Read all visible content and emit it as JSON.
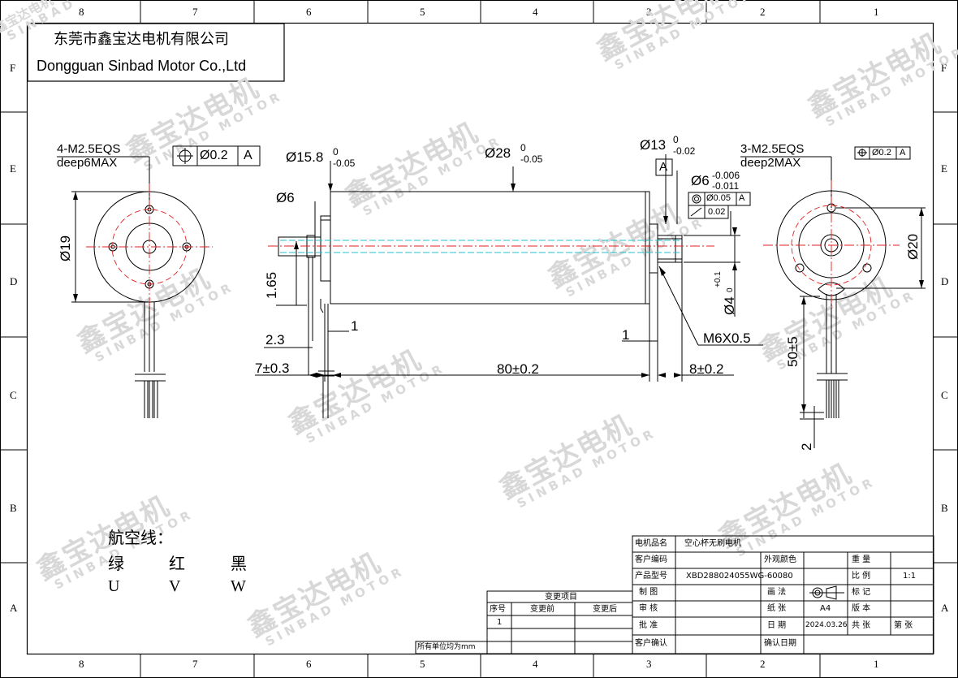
{
  "company": {
    "name_cn": "东莞市鑫宝达电机有限公司",
    "name_en": "Dongguan Sinbad Motor Co.,Ltd"
  },
  "border_columns": [
    "8",
    "7",
    "6",
    "5",
    "4",
    "3",
    "2",
    "1"
  ],
  "border_rows": [
    "F",
    "E",
    "D",
    "C",
    "B",
    "A"
  ],
  "watermark": {
    "cn": "鑫宝达电机",
    "en": "SINBAD MOTOR"
  },
  "left_view": {
    "hole_callout": "4-M2.5EQS",
    "hole_depth": "deep6MAX",
    "tolerance_value": "Ø0.2",
    "datum": "A",
    "diameter": "Ø19"
  },
  "side_view": {
    "dim_flange": "Ø15.8",
    "dim_flange_tol_upper": "0",
    "dim_flange_tol_lower": "-0.05",
    "dim_body": "Ø28",
    "dim_body_tol_upper": "0",
    "dim_body_tol_lower": "-0.05",
    "dim_boss": "Ø13",
    "dim_boss_tol_upper": "0",
    "dim_boss_tol_lower": "-0.02",
    "datum": "A",
    "dim_shaft": "Ø6",
    "dim_shaft_tol_upper": "-0.006",
    "dim_shaft_tol_lower": "-0.011",
    "concentricity_value": "Ø0.05",
    "concentricity_datum": "A",
    "runout_value": "0.02",
    "dim_rear_shaft": "Ø6",
    "dim_rear_offset": "1.65",
    "dim_2_3": "2.3",
    "dim_1_left": "1",
    "dim_7": "7±0.3",
    "dim_80": "80±0.2",
    "dim_1_right": "1",
    "dim_8": "8±0.2",
    "thread": "M6X0.5",
    "dim_hole": "Ø4",
    "dim_hole_tol_upper": "+0.1",
    "dim_hole_tol_lower": "0"
  },
  "right_view": {
    "hole_callout": "3-M2.5EQS",
    "hole_depth": "deep2MAX",
    "tolerance_value": "Ø0.2",
    "datum": "A",
    "diameter": "Ø20",
    "lead_length": "50±5",
    "lead_strip": "2"
  },
  "wires": {
    "title": "航空线：",
    "colors": [
      "绿",
      "红",
      "黑"
    ],
    "phases": [
      "U",
      "V",
      "W"
    ]
  },
  "change_table": {
    "title": "变更项目",
    "headers": [
      "序号",
      "变更前",
      "变更后"
    ],
    "row1_no": "1",
    "note": "所有单位均为mm"
  },
  "title_block": {
    "product_name_label": "电机品名",
    "product_name": "空心杯无刷电机",
    "customer_code_label": "客户编码",
    "appearance_color_label": "外观颜色",
    "weight_label": "重  量",
    "model_label": "产品型号",
    "model": "XBD288024055WG-60080",
    "scale_label": "比  例",
    "scale": "1:1",
    "drawn_label": "制  图",
    "projection_label": "画  法",
    "mark_label": "标  记",
    "review_label": "审  核",
    "paper_label": "纸  张",
    "paper": "A4",
    "version_label": "版  本",
    "approve_label": "批  准",
    "date_label": "日  期",
    "date": "2024.03.26",
    "total_label": "共  张",
    "sheet_label": "第  张",
    "customer_confirm_label": "客户确认",
    "confirm_date_label": "确认日期"
  }
}
